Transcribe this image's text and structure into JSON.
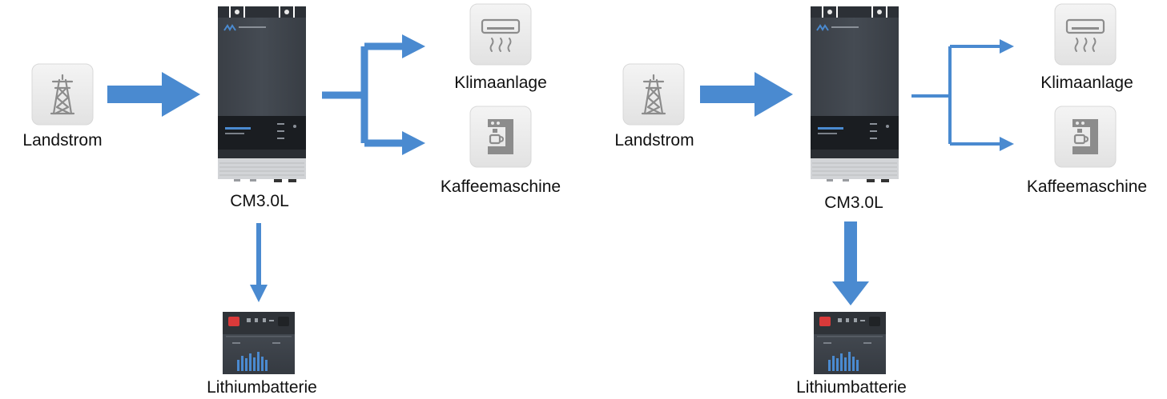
{
  "accent_color": "#4a8ad0",
  "panels": [
    {
      "source": {
        "label": "Landstrom",
        "icon": "power-pylon-icon"
      },
      "inverter": {
        "label": "CM3.0L"
      },
      "loads": [
        {
          "label": "Klimaanlage",
          "icon": "air-conditioner-icon"
        },
        {
          "label": "Kaffeemaschine",
          "icon": "coffee-machine-icon"
        }
      ],
      "battery": {
        "label": "Lithiumbatterie"
      }
    },
    {
      "source": {
        "label": "Landstrom",
        "icon": "power-pylon-icon"
      },
      "inverter": {
        "label": "CM3.0L"
      },
      "loads": [
        {
          "label": "Klimaanlage",
          "icon": "air-conditioner-icon"
        },
        {
          "label": "Kaffeemaschine",
          "icon": "coffee-machine-icon"
        }
      ],
      "battery": {
        "label": "Lithiumbatterie"
      }
    }
  ]
}
